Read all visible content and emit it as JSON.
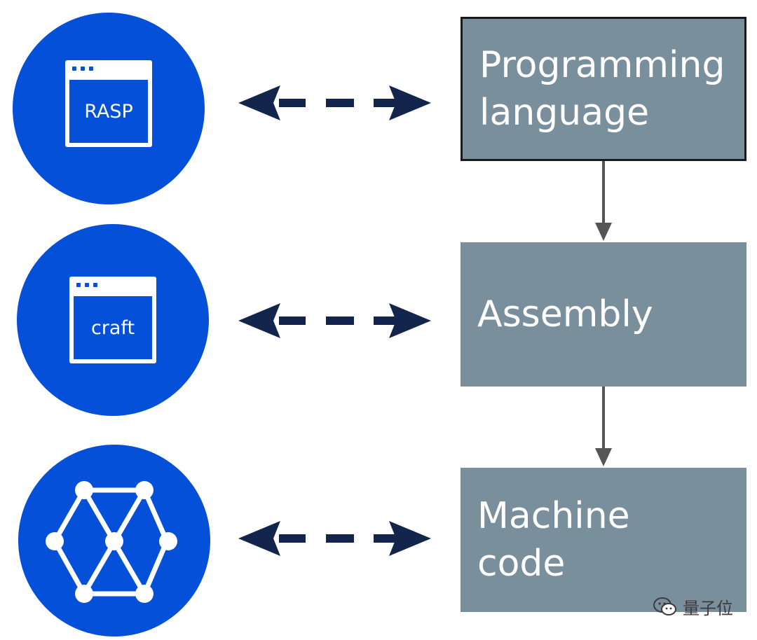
{
  "colors": {
    "circle_blue": "#0550d8",
    "box_gray": "#7a8f9c",
    "arrow_navy": "#13254d",
    "connector_gray": "#555555"
  },
  "icons": {
    "rasp": "browser-window-icon",
    "craft": "browser-window-icon",
    "network": "hexagonal-network-graph-icon",
    "arrows": "double-headed-dashed-arrow-icon",
    "watermark": "wechat-logo-icon"
  },
  "left_nodes": [
    {
      "label": "RASP"
    },
    {
      "label": "craft"
    },
    {
      "label": ""
    }
  ],
  "right_boxes": [
    {
      "label": "Programming\nlanguage"
    },
    {
      "label": "Assembly"
    },
    {
      "label": "Machine\ncode"
    }
  ],
  "watermark": {
    "text": "量子位"
  }
}
